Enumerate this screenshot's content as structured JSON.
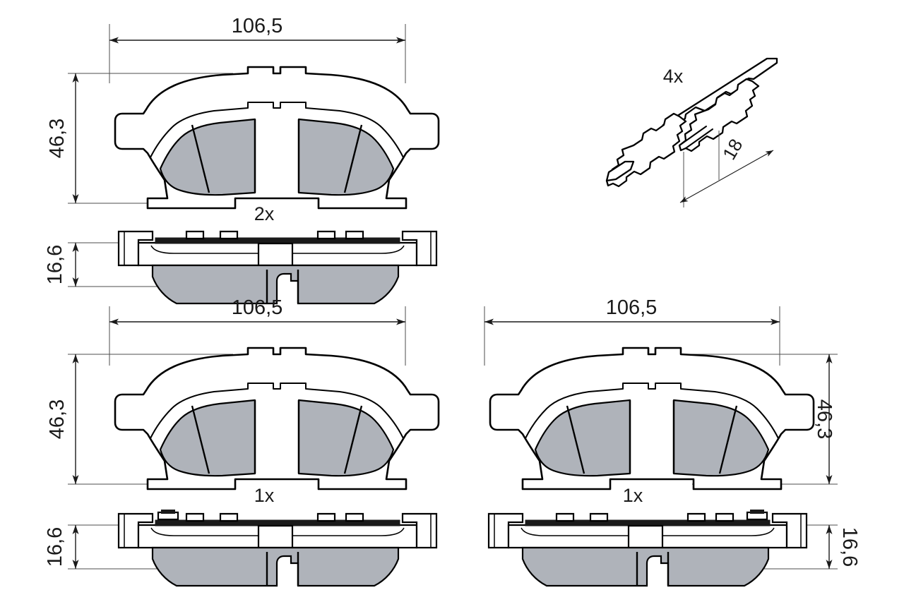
{
  "document": {
    "type": "technical-drawing",
    "subject": "Disc brake pad set with mounting hardware",
    "background_color": "#ffffff",
    "line_color": "#000000",
    "friction_fill_color": "#AFB3BA",
    "dimension_text_color": "#1a1a1a"
  },
  "views": {
    "top_left_pad": {
      "name": "Brake pad front view (top left)",
      "width_dimension": "106,5",
      "height_dimension": "46,3",
      "quantity_label": "2x"
    },
    "top_left_section": {
      "name": "Brake pad side section (top left)",
      "thickness_dimension": "16,6"
    },
    "bottom_left_pad": {
      "name": "Brake pad front view (bottom left)",
      "width_dimension": "106,5",
      "height_dimension": "46,3",
      "quantity_label": "1x"
    },
    "bottom_left_section": {
      "name": "Brake pad side section (bottom left)",
      "thickness_dimension": "16,6"
    },
    "bottom_right_pad": {
      "name": "Brake pad front view (bottom right)",
      "width_dimension": "106,5",
      "height_dimension": "46,3",
      "quantity_label": "1x"
    },
    "bottom_right_section": {
      "name": "Brake pad side section (bottom right)",
      "thickness_dimension": "16,6"
    },
    "clip_detail": {
      "name": "Mounting clip / retaining spring isometric detail",
      "quantity_label": "4x",
      "dimension": "18"
    }
  },
  "labels": {
    "width_106_5": "106,5",
    "height_46_3": "46,3",
    "thickness_16_6": "16,6",
    "qty_2x": "2x",
    "qty_1x": "1x",
    "qty_4x": "4x",
    "clip_18": "18"
  }
}
